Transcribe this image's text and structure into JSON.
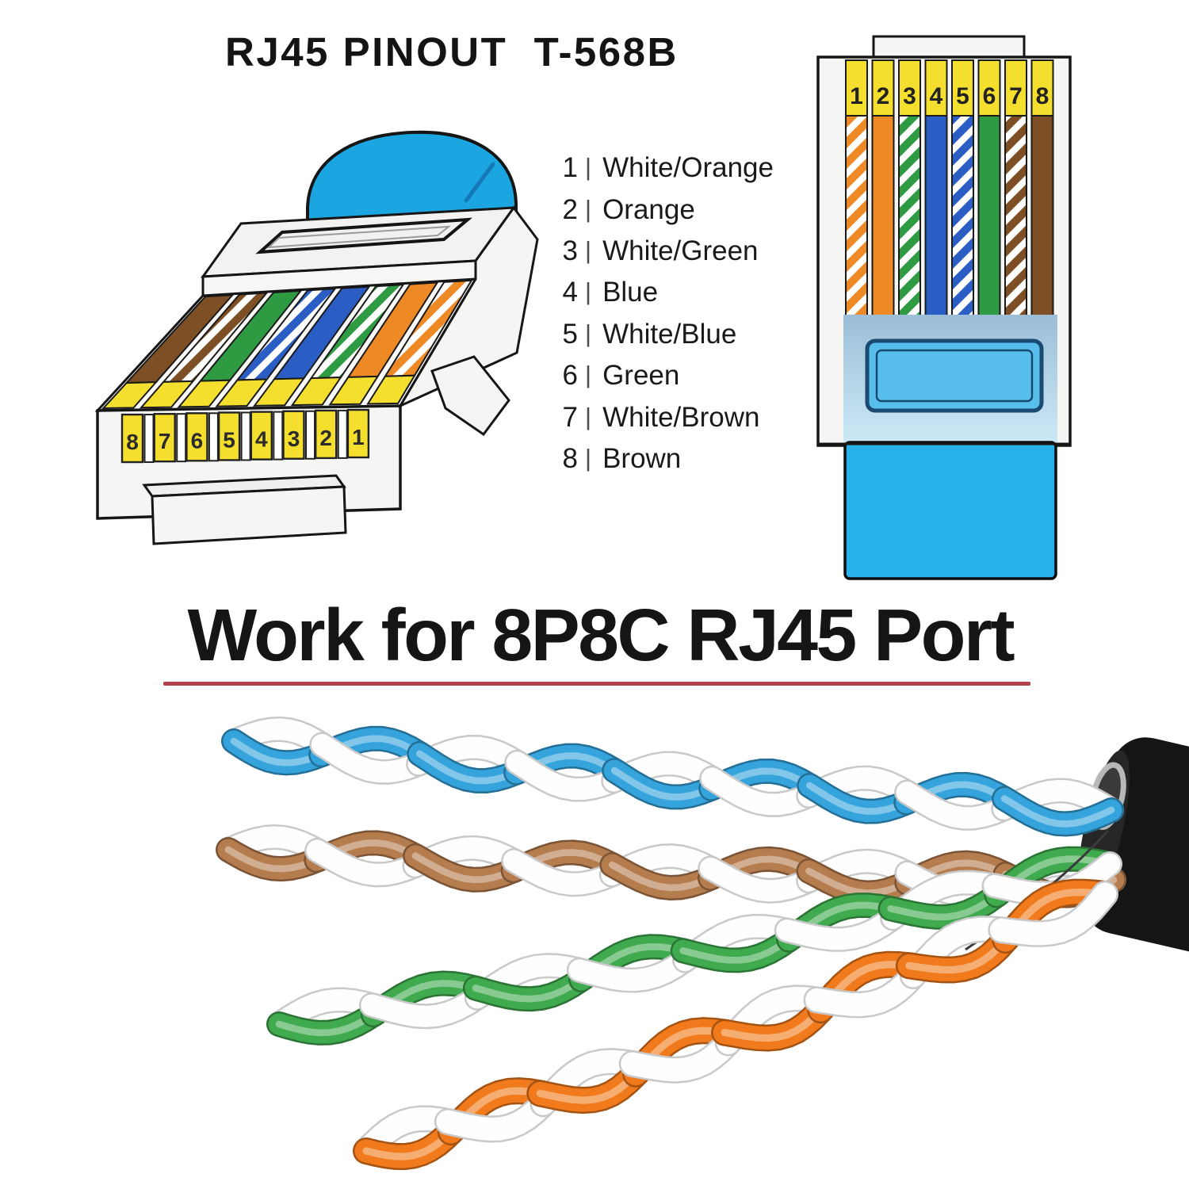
{
  "header": {
    "title": "RJ45 PINOUT  T-568B"
  },
  "pin_table": {
    "separator": "|",
    "pins": [
      {
        "num": "1",
        "name": "White/Orange",
        "style": "striped",
        "color": "#EE8A25"
      },
      {
        "num": "2",
        "name": "Orange",
        "style": "solid",
        "color": "#EE8A25"
      },
      {
        "num": "3",
        "name": "White/Green",
        "style": "striped",
        "color": "#2E9B43"
      },
      {
        "num": "4",
        "name": "Blue",
        "style": "solid",
        "color": "#2B5EC4"
      },
      {
        "num": "5",
        "name": "White/Blue",
        "style": "striped",
        "color": "#2B5EC4"
      },
      {
        "num": "6",
        "name": "Green",
        "style": "solid",
        "color": "#2E9B43"
      },
      {
        "num": "7",
        "name": "White/Brown",
        "style": "striped",
        "color": "#7E4F24"
      },
      {
        "num": "8",
        "name": "Brown",
        "style": "solid",
        "color": "#7E4F24"
      }
    ]
  },
  "left_connector": {
    "pin_labels": [
      "8",
      "7",
      "6",
      "5",
      "4",
      "3",
      "2",
      "1"
    ]
  },
  "right_connector": {
    "pin_labels": [
      "1",
      "2",
      "3",
      "4",
      "5",
      "6",
      "7",
      "8"
    ]
  },
  "connector_colors": {
    "pin_yellow": "#F5DF2E",
    "body_white": "#F5F5F3",
    "outline": "#161616",
    "boot_blue": "#1BA5E1",
    "boot_line": "#1478B6",
    "band_top": "#9BBED6",
    "band_bottom": "#CDE9F7",
    "inset_fill": "#58BFEC",
    "inset_border": "#1A4A72",
    "cable_blue": "#28B0E8",
    "wire_white": "#FFFFFF"
  },
  "banner": {
    "text": "Work for 8P8C RJ45 Port",
    "underline_color": "#B2434D"
  },
  "photo": {
    "pairs": [
      {
        "name": "blue-white-pair",
        "color": "#35A3DC"
      },
      {
        "name": "brown-white-pair",
        "color": "#B57C4E"
      },
      {
        "name": "green-white-pair",
        "color": "#3FAA4E"
      },
      {
        "name": "orange-white-pair",
        "color": "#F17A1C"
      }
    ],
    "white": "#FEFEFE",
    "jacket_color": "#151515",
    "ring_color": "#B8B8B8"
  }
}
